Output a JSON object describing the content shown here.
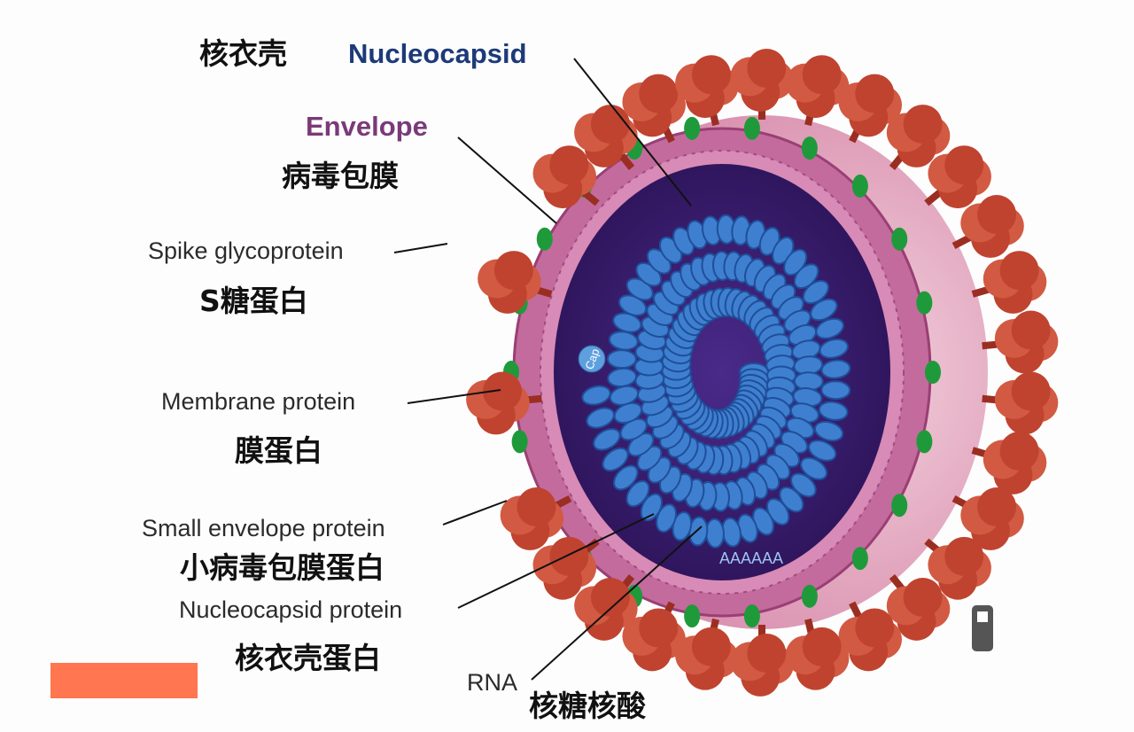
{
  "labels": {
    "nucleocapsid_zh": "核衣壳",
    "nucleocapsid_en": "Nucleocapsid",
    "envelope_en": "Envelope",
    "envelope_zh": "病毒包膜",
    "spike_en": "Spike glycoprotein",
    "spike_zh": "S糖蛋白",
    "membrane_en": "Membrane protein",
    "membrane_zh": "膜蛋白",
    "small_envelope_en": "Small envelope protein",
    "small_envelope_zh": "小病毒包膜蛋白",
    "nucleocapsid_protein_en": "Nucleocapsid protein",
    "nucleocapsid_protein_zh": "核衣壳蛋白",
    "rna_en": "RNA",
    "rna_zh": "核糖核酸"
  },
  "annotations": {
    "cap": "Cap",
    "polya": "AAAAAA"
  },
  "colors": {
    "spike": "#c0432f",
    "envelope": "#c0669a",
    "core": "#3a1d70",
    "helix": "#3f7fcf",
    "membrane_protein": "#1f9a3a",
    "orange_box": "#ff7650"
  }
}
